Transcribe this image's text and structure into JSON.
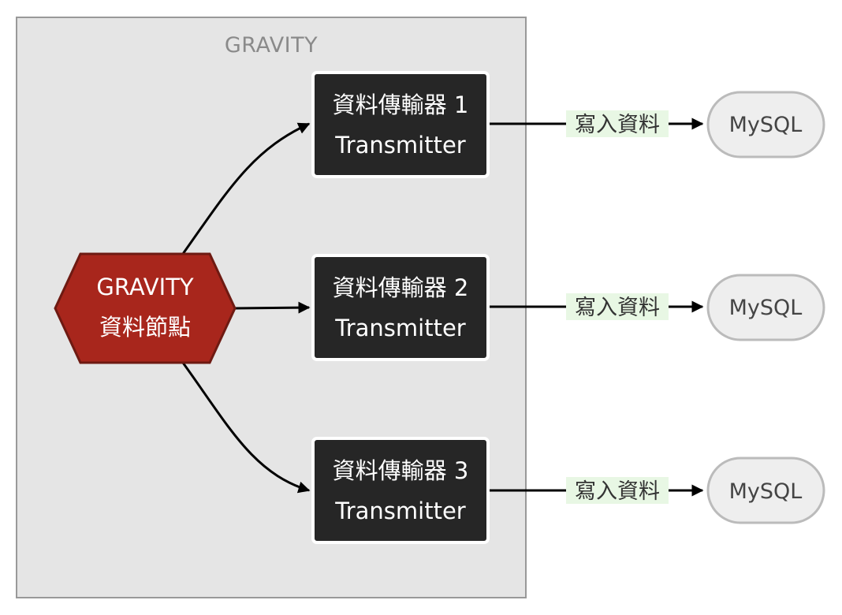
{
  "cluster": {
    "label": "GRAVITY"
  },
  "source_node": {
    "line1": "GRAVITY",
    "line2": "資料節點"
  },
  "transmitters": [
    {
      "line1": "資料傳輸器 1",
      "line2": "Transmitter"
    },
    {
      "line1": "資料傳輸器 2",
      "line2": "Transmitter"
    },
    {
      "line1": "資料傳輸器 3",
      "line2": "Transmitter"
    }
  ],
  "edge_labels": [
    "寫入資料",
    "寫入資料",
    "寫入資料"
  ],
  "targets": [
    {
      "label": "MySQL"
    },
    {
      "label": "MySQL"
    },
    {
      "label": "MySQL"
    }
  ],
  "colors": {
    "cluster_fill": "#e5e5e5",
    "cluster_stroke": "#999999",
    "source_fill": "#a8261c",
    "source_stroke": "#6e1a12",
    "transmitter_fill": "#262626",
    "transmitter_stroke": "#ffffff",
    "target_fill": "#eeeeee",
    "target_stroke": "#bbbbbb",
    "edge_label_bg": "#e8f7e4",
    "edge": "#000000"
  }
}
